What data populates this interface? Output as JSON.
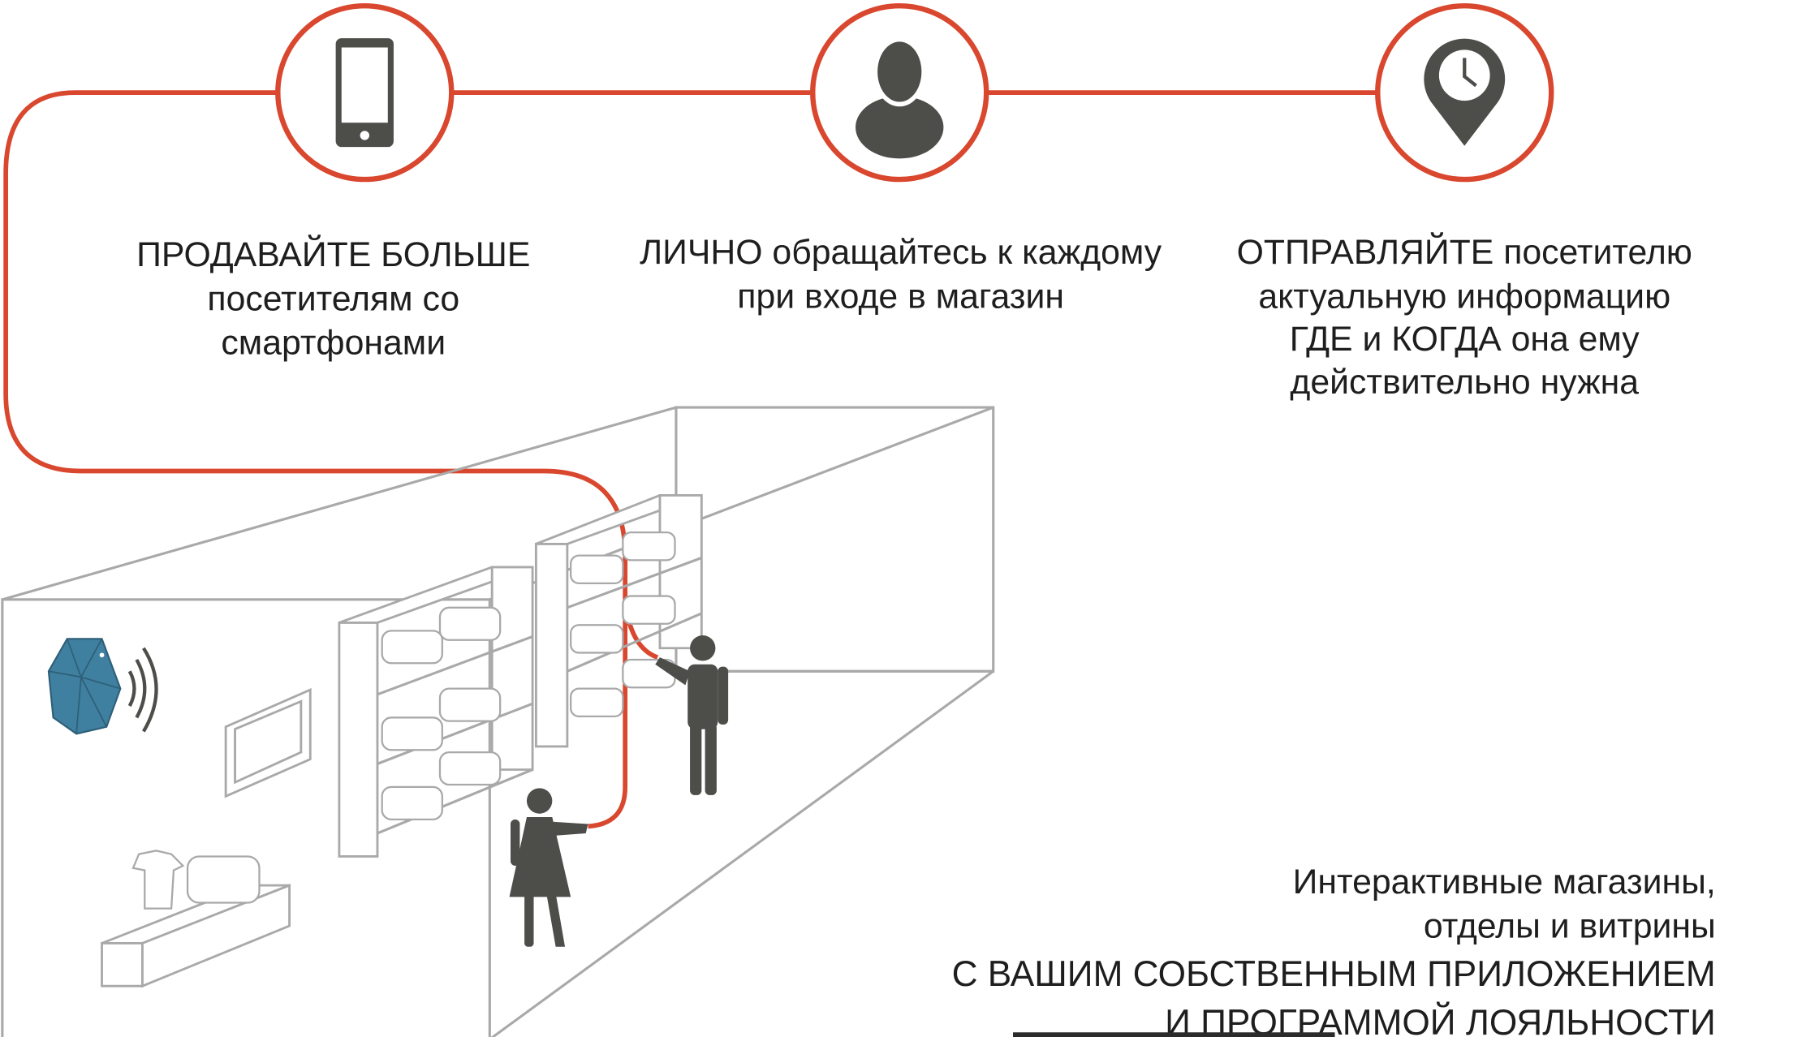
{
  "colors": {
    "accent": "#d9472e",
    "icon": "#4d4d49",
    "beacon": "#3f7f9f",
    "lines": "#a9a9a9"
  },
  "features": [
    {
      "icon": "smartphone-icon",
      "lines": [
        "ПРОДАВАЙТЕ БОЛЬШЕ",
        "посетителям со",
        "смартфонами"
      ]
    },
    {
      "icon": "user-icon",
      "lines": [
        "ЛИЧНО обращайтесь к каждому",
        "при входе в магазин"
      ]
    },
    {
      "icon": "location-clock-icon",
      "lines": [
        "ОТПРАВЛЯЙТЕ посетителю",
        "актуальную  информацию",
        "ГДЕ и КОГДА она ему",
        "действительно нужна"
      ]
    }
  ],
  "tagline": [
    "Интерактивные магазины,",
    "отделы и витрины",
    "С ВАШИМ СОБСТВЕННЫМ ПРИЛОЖЕНИЕМ",
    "И ПРОГРАММОЙ ЛОЯЛЬНОСТИ"
  ]
}
